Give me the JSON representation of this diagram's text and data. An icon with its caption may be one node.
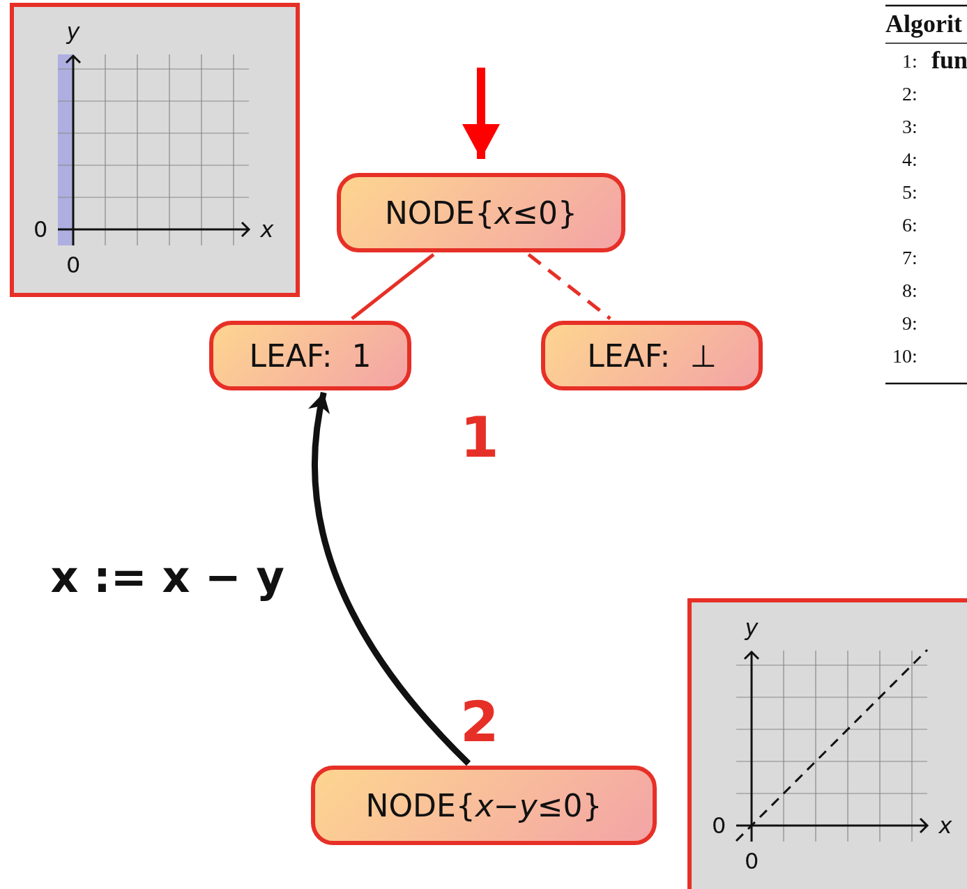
{
  "diagram": {
    "nodes": [
      {
        "text": [
          "NODE{*x*≤0}"
        ]
      },
      {
        "text": [
          "LEAF:  1"
        ]
      },
      {
        "text": [
          "LEAF:  ⊥"
        ]
      },
      {
        "text": [
          "NODE{*x*−*y*≤0}"
        ]
      }
    ],
    "edges": [
      {
        "from": null,
        "to": 0,
        "arrow": "to",
        "style": "thick",
        "color": "#ff0000"
      },
      {
        "from": 0,
        "to": 1,
        "arrow": "none",
        "color": "#e63027"
      },
      {
        "from": 0,
        "to": 2,
        "arrow": "none",
        "style": "dashed",
        "color": "#e63027"
      },
      {
        "from": 3,
        "to": 1,
        "arrow": "to",
        "label": "x := x − y",
        "style": "thick",
        "color": "#111111"
      }
    ],
    "labels": [
      "*y*",
      "0",
      "*x*",
      "0",
      "Algorit",
      "1:",
      "fun",
      "2:",
      "3:",
      "4:",
      "5:",
      "6:",
      "7:",
      "8:",
      "9:",
      "10:",
      "1",
      "2",
      "*y*",
      "0",
      "*x*",
      "0"
    ]
  }
}
